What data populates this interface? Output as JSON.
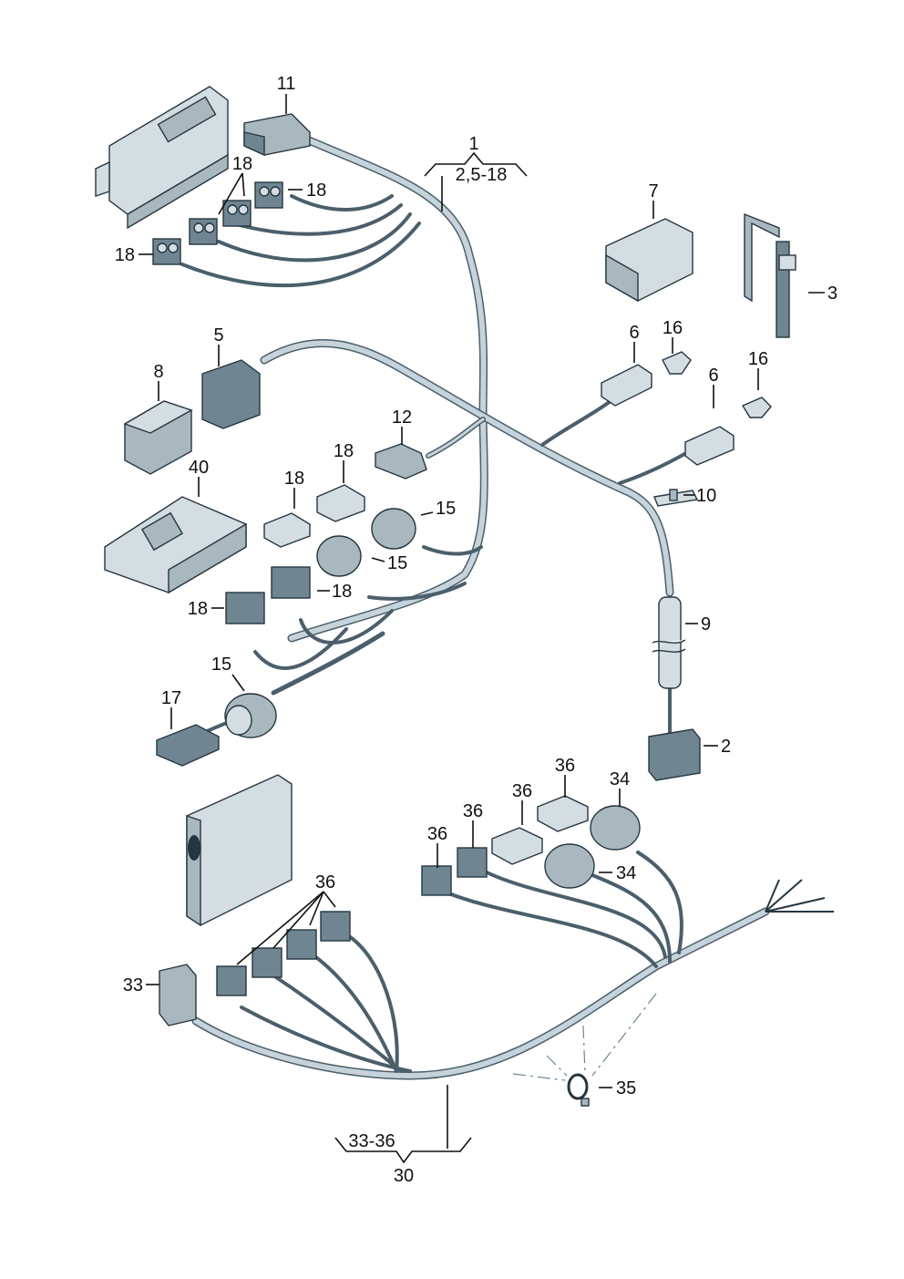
{
  "diagram": {
    "title": "Wiring harness parts diagram",
    "colors": {
      "part_fill": "#a9b7bf",
      "part_light": "#d4dde2",
      "part_dark": "#6f8592",
      "outline": "#263640",
      "wire": "#4b5f6b",
      "label": "#111111"
    },
    "groups": [
      {
        "id": "group-1",
        "number": "1",
        "includes": "2,5-18"
      },
      {
        "id": "group-30",
        "number": "30",
        "includes": "33-36"
      }
    ],
    "callouts": [
      {
        "id": "c11",
        "text": "11",
        "part": "connector-housing"
      },
      {
        "id": "c18a",
        "text": "18",
        "part": "plug-connector"
      },
      {
        "id": "c18b",
        "text": "18",
        "part": "plug-connector"
      },
      {
        "id": "c18c",
        "text": "18",
        "part": "plug-connector"
      },
      {
        "id": "c7",
        "text": "7",
        "part": "fuse-holder-cover"
      },
      {
        "id": "c3",
        "text": "3",
        "part": "fuse-bracket"
      },
      {
        "id": "c5",
        "text": "5",
        "part": "connector-housing"
      },
      {
        "id": "c8",
        "text": "8",
        "part": "relay"
      },
      {
        "id": "c6a",
        "text": "6",
        "part": "fuse-holder"
      },
      {
        "id": "c16a",
        "text": "16",
        "part": "fuse"
      },
      {
        "id": "c6b",
        "text": "6",
        "part": "fuse-holder"
      },
      {
        "id": "c16b",
        "text": "16",
        "part": "fuse"
      },
      {
        "id": "c12",
        "text": "12",
        "part": "connector-housing"
      },
      {
        "id": "c18d",
        "text": "18",
        "part": "plug-connector"
      },
      {
        "id": "c18e",
        "text": "18",
        "part": "plug-connector"
      },
      {
        "id": "c40",
        "text": "40",
        "part": "control-unit"
      },
      {
        "id": "c15a",
        "text": "15",
        "part": "protective-cap"
      },
      {
        "id": "c15b",
        "text": "15",
        "part": "protective-cap"
      },
      {
        "id": "c10",
        "text": "10",
        "part": "clip"
      },
      {
        "id": "c18f",
        "text": "18",
        "part": "plug-connector"
      },
      {
        "id": "c18g",
        "text": "18",
        "part": "plug-connector"
      },
      {
        "id": "c9",
        "text": "9",
        "part": "cable-sleeve"
      },
      {
        "id": "c15c",
        "text": "15",
        "part": "protective-cap"
      },
      {
        "id": "c17",
        "text": "17",
        "part": "connector"
      },
      {
        "id": "c2",
        "text": "2",
        "part": "connector-housing"
      },
      {
        "id": "c36a",
        "text": "36",
        "part": "plug-connector"
      },
      {
        "id": "c36b",
        "text": "36",
        "part": "plug-connector"
      },
      {
        "id": "c36c",
        "text": "36",
        "part": "plug-connector"
      },
      {
        "id": "c36d",
        "text": "36",
        "part": "plug-connector"
      },
      {
        "id": "c34a",
        "text": "34",
        "part": "protective-cap"
      },
      {
        "id": "c34b",
        "text": "34",
        "part": "protective-cap"
      },
      {
        "id": "c36e",
        "text": "36",
        "part": "plug-connector"
      },
      {
        "id": "c33",
        "text": "33",
        "part": "connector-housing"
      },
      {
        "id": "c35",
        "text": "35",
        "part": "cable-tie"
      }
    ]
  }
}
